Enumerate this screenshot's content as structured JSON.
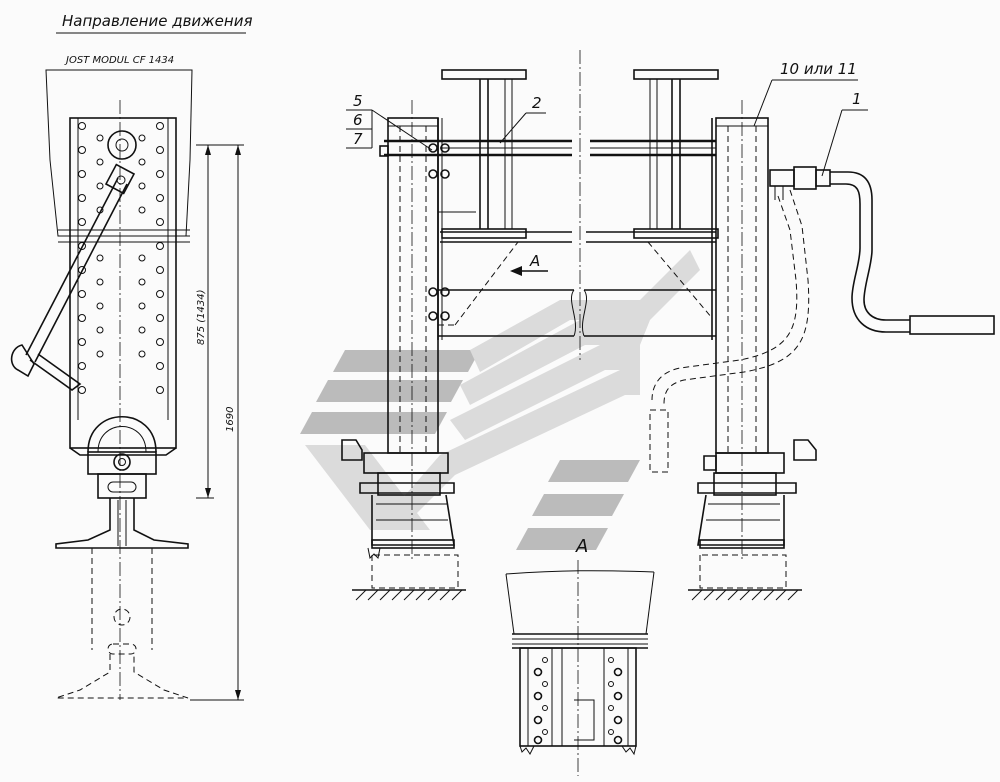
{
  "drawing": {
    "direction_label": "Направление движения",
    "model_label": "JOST  MODUL CF 1434",
    "dim_875": "875 (1434)",
    "dim_1690": "1690",
    "view_a_arrow": "A",
    "view_a_title": "A",
    "callouts": {
      "c1": "1",
      "c2": "2",
      "c5": "5",
      "c6": "6",
      "c7": "7",
      "c10_11": "10 или 11"
    }
  },
  "watermark": {
    "color_dark": "#a9a9a9",
    "color_light": "#d4d4d4"
  }
}
